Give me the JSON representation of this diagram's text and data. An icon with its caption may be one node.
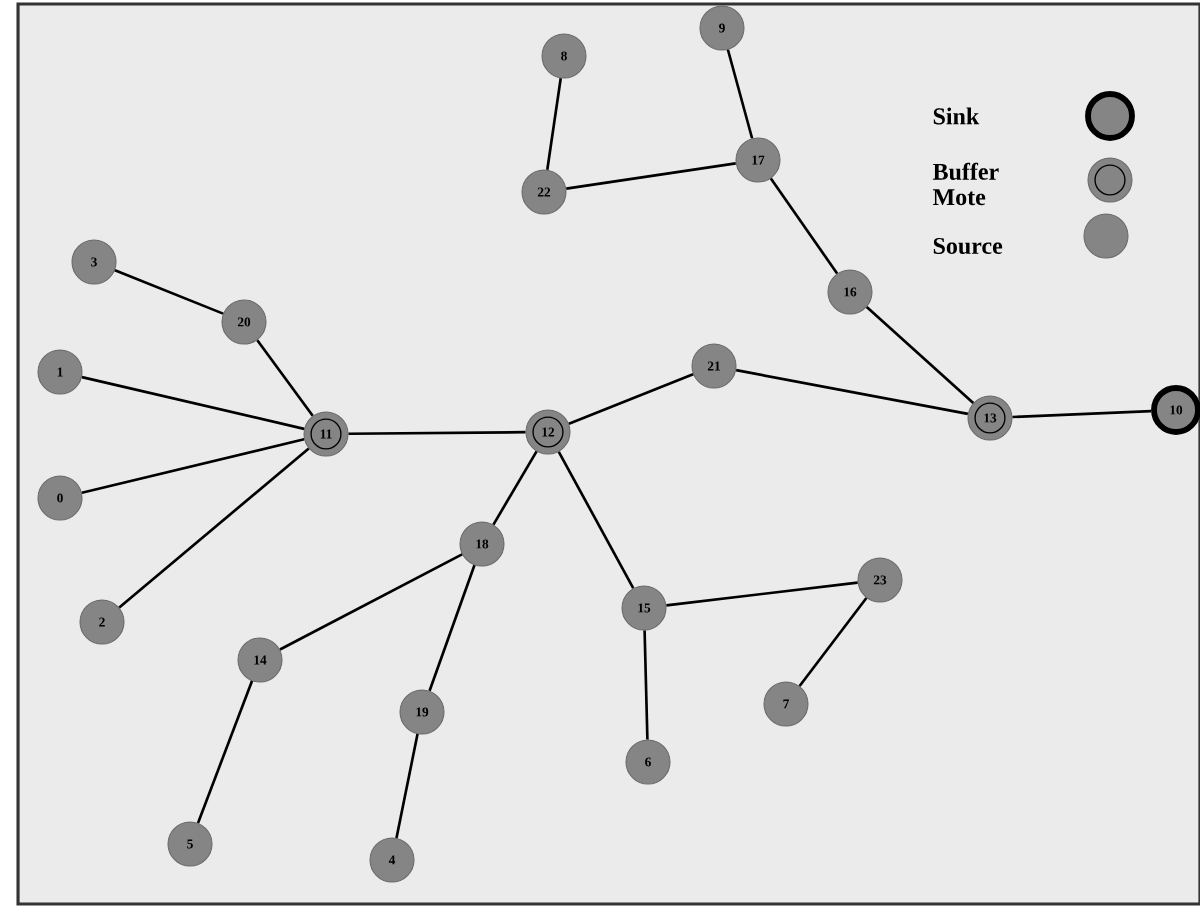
{
  "diagram": {
    "nodes": [
      {
        "text": [
          "9"
        ]
      },
      {
        "text": [
          "8"
        ]
      },
      {
        "text": [
          "17"
        ]
      },
      {
        "text": [
          "22"
        ]
      },
      {
        "text": [
          "3"
        ]
      },
      {
        "text": [
          "16"
        ]
      },
      {
        "text": [
          "20"
        ]
      },
      {
        "text": [
          "21"
        ]
      },
      {
        "text": [
          "1"
        ]
      },
      {
        "text": [
          "10"
        ]
      },
      {
        "text": [
          "13"
        ]
      },
      {
        "text": [
          "12"
        ]
      },
      {
        "text": [
          "11"
        ]
      },
      {
        "text": [
          "0"
        ]
      },
      {
        "text": [
          "18"
        ]
      },
      {
        "text": [
          "23"
        ]
      },
      {
        "text": [
          "15"
        ]
      },
      {
        "text": [
          "2"
        ]
      },
      {
        "text": [
          "14"
        ]
      },
      {
        "text": [
          "7"
        ]
      },
      {
        "text": [
          "19"
        ]
      },
      {
        "text": [
          "6"
        ]
      },
      {
        "text": [
          "5"
        ]
      },
      {
        "text": [
          "4"
        ]
      }
    ],
    "edges": [
      {
        "from": 1,
        "to": 3,
        "arrow": "none"
      },
      {
        "from": 3,
        "to": 2,
        "arrow": "none"
      },
      {
        "from": 0,
        "to": 2,
        "arrow": "none"
      },
      {
        "from": 2,
        "to": 5,
        "arrow": "none"
      },
      {
        "from": 5,
        "to": 10,
        "arrow": "none"
      },
      {
        "from": 7,
        "to": 10,
        "arrow": "none"
      },
      {
        "from": 11,
        "to": 7,
        "arrow": "none"
      },
      {
        "from": 10,
        "to": 9,
        "arrow": "none"
      },
      {
        "from": 12,
        "to": 11,
        "arrow": "none"
      },
      {
        "from": 4,
        "to": 6,
        "arrow": "none"
      },
      {
        "from": 6,
        "to": 12,
        "arrow": "none"
      },
      {
        "from": 8,
        "to": 12,
        "arrow": "none"
      },
      {
        "from": 13,
        "to": 12,
        "arrow": "none"
      },
      {
        "from": 17,
        "to": 12,
        "arrow": "none"
      },
      {
        "from": 11,
        "to": 14,
        "arrow": "none"
      },
      {
        "from": 14,
        "to": 18,
        "arrow": "none"
      },
      {
        "from": 14,
        "to": 20,
        "arrow": "none"
      },
      {
        "from": 18,
        "to": 22,
        "arrow": "none"
      },
      {
        "from": 20,
        "to": 23,
        "arrow": "none"
      },
      {
        "from": 11,
        "to": 16,
        "arrow": "none"
      },
      {
        "from": 16,
        "to": 15,
        "arrow": "none"
      },
      {
        "from": 15,
        "to": 19,
        "arrow": "none"
      },
      {
        "from": 16,
        "to": 21,
        "arrow": "none"
      }
    ],
    "legend": [
      {
        "text": "Sink"
      },
      {
        "text": "Buffer Mote"
      },
      {
        "text": "Source"
      }
    ]
  }
}
